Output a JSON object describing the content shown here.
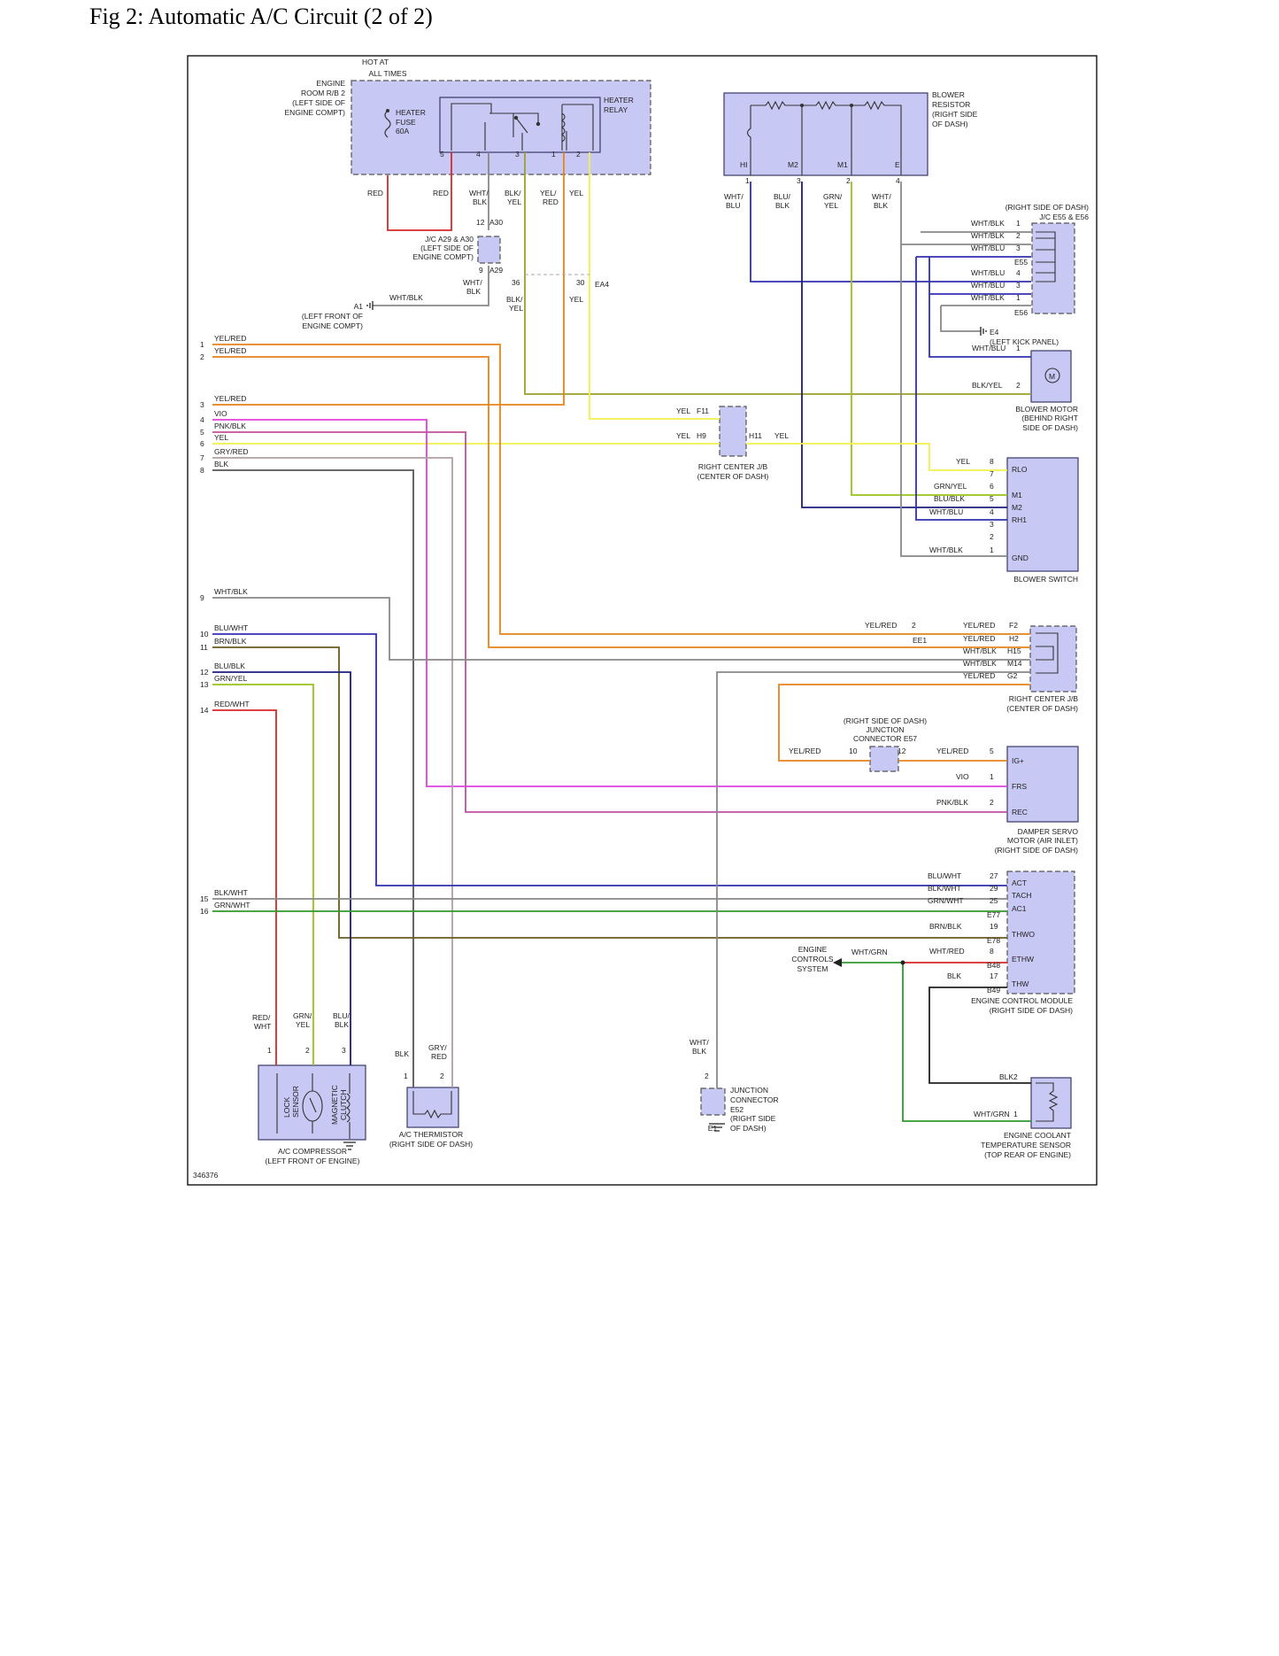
{
  "title": "Fig 2: Automatic A/C Circuit (2 of 2)",
  "figure_number": "346376",
  "colors": {
    "component_fill": "#c8c8f4",
    "red": "#d62828",
    "orange": "#e6841c",
    "yellow": "#f3f04a",
    "olive": "#9aa12a",
    "magenta": "#e040e0",
    "green": "#2e9a2e",
    "blue": "#3030b0",
    "navy": "#1c1c7c",
    "grey": "#888888",
    "brown": "#6b5a1e",
    "black": "#222222"
  },
  "labels": {
    "hot_at": "HOT AT",
    "all_times": "ALL TIMES",
    "rb2": [
      "ENGINE",
      "ROOM R/B 2",
      "(LEFT SIDE OF",
      "ENGINE COMPT)"
    ],
    "heater_fuse": [
      "HEATER",
      "FUSE",
      "60A"
    ],
    "heater_relay": [
      "HEATER",
      "RELAY"
    ],
    "blower_resistor": [
      "BLOWER",
      "RESISTOR",
      "(RIGHT SIDE",
      "OF DASH)"
    ],
    "res_pins": [
      "HI",
      "M2",
      "M1",
      "E"
    ],
    "jc_a29": [
      "J/C A29 & A30",
      "(LEFT SIDE OF",
      "ENGINE COMPT)"
    ],
    "a1_ground": [
      "A1",
      "(LEFT FRONT OF",
      "ENGINE COMPT)"
    ],
    "ea4": "EA4",
    "jc_e55": [
      "(RIGHT SIDE OF DASH)",
      "J/C E55 & E56"
    ],
    "e55": "E55",
    "e56": "E56",
    "e4_ground": [
      "E4",
      "(LEFT KICK PANEL)"
    ],
    "blower_motor": [
      "BLOWER MOTOR",
      "(BEHIND RIGHT",
      "SIDE OF DASH)"
    ],
    "rcjb_top": [
      "RIGHT CENTER J/B",
      "(CENTER OF DASH)"
    ],
    "blower_switch": "BLOWER SWITCH",
    "switch_pins": [
      "RLO",
      "M1",
      "M2",
      "RH1",
      "GND"
    ],
    "rcjb_right": [
      "RIGHT CENTER J/B",
      "(CENTER OF DASH)"
    ],
    "ee1": "EE1",
    "e57": [
      "(RIGHT SIDE OF DASH)",
      "JUNCTION",
      "CONNECTOR E57"
    ],
    "damper": [
      "DAMPER SERVO",
      "MOTOR (AIR INLET)",
      "(RIGHT SIDE OF DASH)"
    ],
    "damper_pins": [
      "IG+",
      "FRS",
      "REC"
    ],
    "ecm": [
      "ENGINE CONTROL MODULE",
      "(RIGHT SIDE OF DASH)"
    ],
    "ecm_pins": [
      "ACT",
      "TACH",
      "AC1",
      "THWO",
      "ETHW",
      "THW"
    ],
    "ecm_conns": [
      "E77",
      "E78",
      "B48",
      "B49"
    ],
    "engine_controls": [
      "ENGINE",
      "CONTROLS",
      "SYSTEM"
    ],
    "compressor": [
      "A/C COMPRESSOR",
      "(LEFT FRONT OF ENGINE)"
    ],
    "lock_sensor": [
      "LOCK",
      "SENSOR"
    ],
    "mag_clutch": [
      "MAGNETIC",
      "CLUTCH"
    ],
    "thermistor": [
      "A/C THERMISTOR",
      "(RIGHT SIDE OF DASH)"
    ],
    "e52": [
      "JUNCTION",
      "CONNECTOR",
      "E52",
      "(RIGHT SIDE",
      "OF DASH)"
    ],
    "e1": "E1",
    "ect_sensor": [
      "ENGINE COOLANT",
      "TEMPERATURE SENSOR",
      "(TOP REAR OF ENGINE)"
    ]
  },
  "left_wires": [
    {
      "n": "1",
      "c": "YEL/RED"
    },
    {
      "n": "2",
      "c": "YEL/RED"
    },
    {
      "n": "3",
      "c": "YEL/RED"
    },
    {
      "n": "4",
      "c": "VIO"
    },
    {
      "n": "5",
      "c": "PNK/BLK"
    },
    {
      "n": "6",
      "c": "YEL"
    },
    {
      "n": "7",
      "c": "GRY/RED"
    },
    {
      "n": "8",
      "c": "BLK"
    },
    {
      "n": "9",
      "c": "WHT/BLK"
    },
    {
      "n": "10",
      "c": "BLU/WHT"
    },
    {
      "n": "11",
      "c": "BRN/BLK"
    },
    {
      "n": "12",
      "c": "BLU/BLK"
    },
    {
      "n": "13",
      "c": "GRN/YEL"
    },
    {
      "n": "14",
      "c": "RED/WHT"
    },
    {
      "n": "15",
      "c": "BLK/WHT"
    },
    {
      "n": "16",
      "c": "GRN/WHT"
    }
  ],
  "pin_labels": [
    {
      "t": "5"
    },
    {
      "t": "4"
    },
    {
      "t": "3"
    },
    {
      "t": "1"
    },
    {
      "t": "2"
    },
    {
      "t": "1"
    },
    {
      "t": "3"
    },
    {
      "t": "2"
    },
    {
      "t": "4"
    },
    {
      "t": "RED"
    },
    {
      "t": "RED"
    },
    {
      "t": "WHT/"
    },
    {
      "t": "BLK"
    },
    {
      "t": "BLK/"
    },
    {
      "t": "YEL"
    },
    {
      "t": "YEL/"
    },
    {
      "t": "RED"
    },
    {
      "t": "YEL"
    },
    {
      "t": "WHT/"
    },
    {
      "t": "BLU"
    },
    {
      "t": "BLU/"
    },
    {
      "t": "BLK"
    },
    {
      "t": "GRN/"
    },
    {
      "t": "YEL"
    },
    {
      "t": "WHT/"
    },
    {
      "t": "BLK"
    },
    {
      "t": "12"
    },
    {
      "t": "A30"
    },
    {
      "t": "9"
    },
    {
      "t": "A29"
    },
    {
      "t": "WHT/"
    },
    {
      "t": "BLK"
    },
    {
      "t": "WHT/BLK"
    },
    {
      "t": "36"
    },
    {
      "t": "30"
    },
    {
      "t": "BLK/"
    },
    {
      "t": "YEL"
    },
    {
      "t": "YEL"
    },
    {
      "t": "WHT/BLK"
    },
    {
      "t": "1"
    },
    {
      "t": "WHT/BLK"
    },
    {
      "t": "2"
    },
    {
      "t": "WHT/BLU"
    },
    {
      "t": "3"
    },
    {
      "t": "WHT/BLU"
    },
    {
      "t": "4"
    },
    {
      "t": "WHT/BLU"
    },
    {
      "t": "3"
    },
    {
      "t": "WHT/BLK"
    },
    {
      "t": "1"
    },
    {
      "t": "WHT/BLU"
    },
    {
      "t": "1"
    },
    {
      "t": "BLK/YEL"
    },
    {
      "t": "2"
    },
    {
      "t": "YEL"
    },
    {
      "t": "F11"
    },
    {
      "t": "YEL"
    },
    {
      "t": "H9"
    },
    {
      "t": "H11"
    },
    {
      "t": "YEL"
    },
    {
      "t": "YEL"
    },
    {
      "t": "8"
    },
    {
      "t": "7"
    },
    {
      "t": "GRN/YEL"
    },
    {
      "t": "6"
    },
    {
      "t": "BLU/BLK"
    },
    {
      "t": "5"
    },
    {
      "t": "WHT/BLU"
    },
    {
      "t": "4"
    },
    {
      "t": "3"
    },
    {
      "t": "2"
    },
    {
      "t": "WHT/BLK"
    },
    {
      "t": "1"
    },
    {
      "t": "YEL/RED"
    },
    {
      "t": "2"
    },
    {
      "t": "YEL/RED"
    },
    {
      "t": "F2"
    },
    {
      "t": "YEL/RED"
    },
    {
      "t": "H2"
    },
    {
      "t": "WHT/BLK"
    },
    {
      "t": "H15"
    },
    {
      "t": "WHT/BLK"
    },
    {
      "t": "M14"
    },
    {
      "t": "YEL/RED"
    },
    {
      "t": "G2"
    },
    {
      "t": "YEL/RED"
    },
    {
      "t": "10"
    },
    {
      "t": "12"
    },
    {
      "t": "YEL/RED"
    },
    {
      "t": "5"
    },
    {
      "t": "VIO"
    },
    {
      "t": "1"
    },
    {
      "t": "PNK/BLK"
    },
    {
      "t": "2"
    },
    {
      "t": "BLU/WHT"
    },
    {
      "t": "27"
    },
    {
      "t": "BLK/WHT"
    },
    {
      "t": "29"
    },
    {
      "t": "GRN/WHT"
    },
    {
      "t": "25"
    },
    {
      "t": "BRN/BLK"
    },
    {
      "t": "19"
    },
    {
      "t": "WHT/RED"
    },
    {
      "t": "8"
    },
    {
      "t": "BLK"
    },
    {
      "t": "17"
    },
    {
      "t": "WHT/GRN"
    },
    {
      "t": "RED/"
    },
    {
      "t": "WHT"
    },
    {
      "t": "GRN/"
    },
    {
      "t": "YEL"
    },
    {
      "t": "BLU/"
    },
    {
      "t": "BLK"
    },
    {
      "t": "1"
    },
    {
      "t": "2"
    },
    {
      "t": "3"
    },
    {
      "t": "BLK"
    },
    {
      "t": "GRY/"
    },
    {
      "t": "RED"
    },
    {
      "t": "1"
    },
    {
      "t": "2"
    },
    {
      "t": "WHT/"
    },
    {
      "t": "BLK"
    },
    {
      "t": "2"
    },
    {
      "t": "BLK"
    },
    {
      "t": "2"
    },
    {
      "t": "WHT/GRN"
    },
    {
      "t": "1"
    }
  ]
}
